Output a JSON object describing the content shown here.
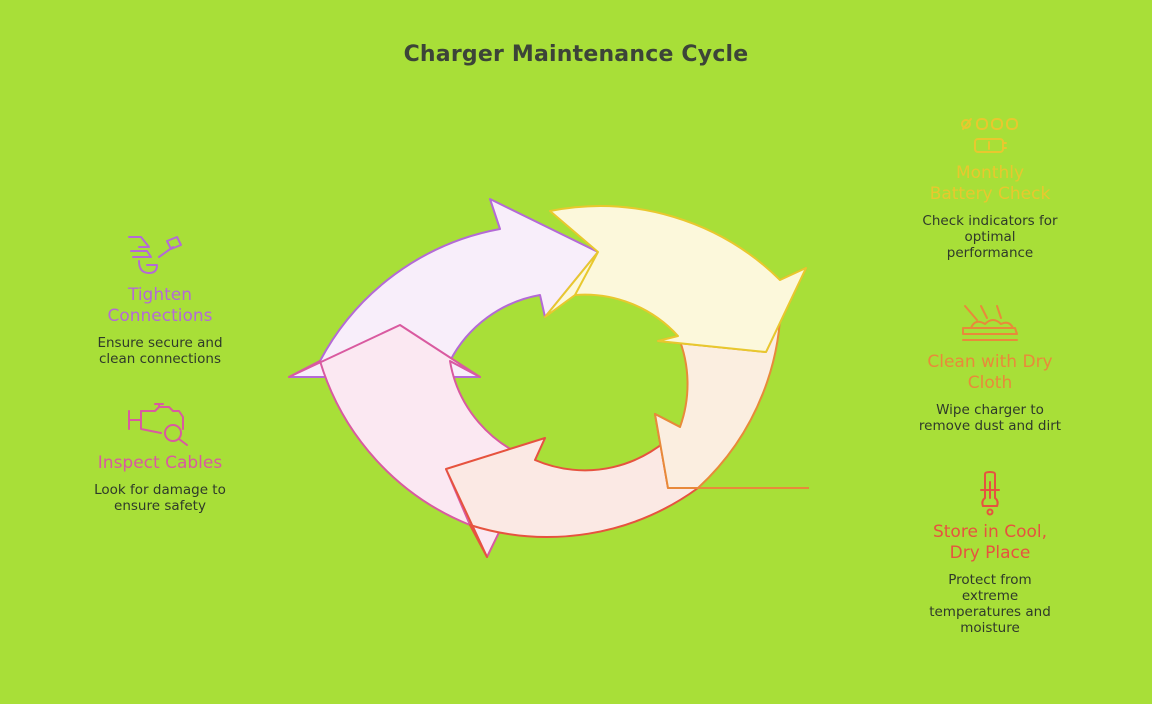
{
  "title": "Charger Maintenance Cycle",
  "colors": {
    "background": "#a8df38",
    "battery": "#e8c82e",
    "clean": "#e88a3a",
    "store": "#e6533f",
    "inspect": "#d95aa0",
    "tighten": "#b46ad6"
  },
  "steps": [
    {
      "id": "battery",
      "icon": "battery-percent-icon",
      "title": "Monthly\nBattery Check",
      "description": "Check indicators for\noptimal\nperformance"
    },
    {
      "id": "clean",
      "icon": "cleaning-cloth-icon",
      "title": "Clean with Dry\nCloth",
      "description": "Wipe charger to\nremove dust and dirt"
    },
    {
      "id": "store",
      "icon": "thermometer-icon",
      "title": "Store in Cool,\nDry Place",
      "description": "Protect from\nextreme\ntemperatures and\nmoisture"
    },
    {
      "id": "inspect",
      "icon": "cable-inspect-icon",
      "title": "Inspect Cables",
      "description": "Look for damage to\nensure safety"
    },
    {
      "id": "tighten",
      "icon": "tighten-screw-icon",
      "title": "Tighten\nConnections",
      "description": "Ensure secure and\nclean connections"
    }
  ]
}
